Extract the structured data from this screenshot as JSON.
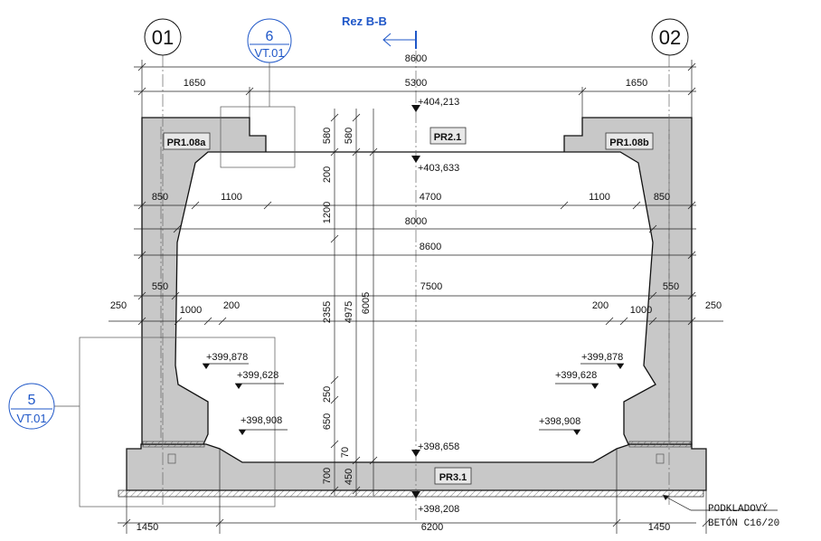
{
  "section": {
    "title": "Rez B-B"
  },
  "axes": {
    "left": "01",
    "right": "02"
  },
  "details": [
    {
      "number": "6",
      "sheet": "VT.01"
    },
    {
      "number": "5",
      "sheet": "VT.01"
    }
  ],
  "labels": {
    "top_slab": "PR2.1",
    "left_wall": "PR1.08a",
    "right_wall": "PR1.08b",
    "bottom_slab": "PR3.1"
  },
  "levels": {
    "top_of_roof": "+404,213",
    "soffit": "+403,633",
    "left_haunch_top": "+399,878",
    "left_haunch_mid": "+399,628",
    "left_haunch_bottom": "+398,908",
    "right_haunch_top": "+399,878",
    "right_haunch_mid": "+399,628",
    "right_haunch_bottom": "+398,908",
    "floor": "+398,658",
    "base": "+398,208"
  },
  "dims": {
    "overall_top": "8600",
    "top_left": "1650",
    "top_mid": "5300",
    "top_right": "1650",
    "slab_580_a": "580",
    "slab_580_b": "580",
    "haunch_200": "200",
    "w850_left": "850",
    "w1100_left": "1100",
    "w4700": "4700",
    "w1100_right": "1100",
    "w850_right": "850",
    "h1200": "1200",
    "w8000": "8000",
    "w8600": "8600",
    "w550_left": "550",
    "w7500": "7500",
    "w550_right": "550",
    "w250_left": "250",
    "w1000_left": "1000",
    "w200_left": "200",
    "w200_right": "200",
    "w1000_right": "1000",
    "w250_right": "250",
    "h2355": "2355",
    "h4975": "4975",
    "h6005": "6005",
    "h250": "250",
    "h650": "650",
    "h70": "70",
    "h700": "700",
    "h450": "450",
    "bottom_left": "1450",
    "bottom_mid": "6200",
    "bottom_right": "1450"
  },
  "notes": {
    "subbase_line1": "PODKLADOVÝ",
    "subbase_line2": "BETÓN C16/20"
  }
}
